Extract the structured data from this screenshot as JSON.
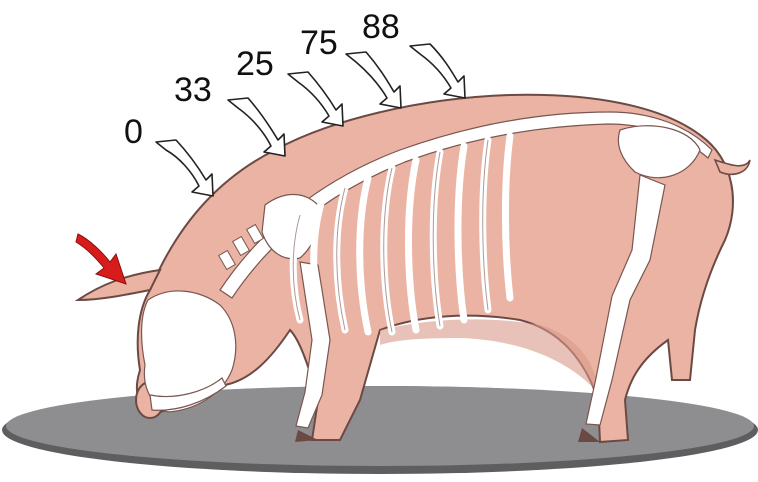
{
  "labels": [
    {
      "id": "p0",
      "text": "0"
    },
    {
      "id": "p33",
      "text": "33"
    },
    {
      "id": "p25",
      "text": "25"
    },
    {
      "id": "p75",
      "text": "75"
    },
    {
      "id": "p88",
      "text": "88"
    }
  ],
  "colors": {
    "skin": "#EBB3A3",
    "skin_shadow": "#D9998A",
    "bone": "#FFFFFF",
    "outline": "#6B4A44",
    "platform": "#8E8E90",
    "platform_edge": "#5E5E60",
    "red_arrow": "#D81C1C",
    "label_arrow": "#FFFFFF"
  }
}
